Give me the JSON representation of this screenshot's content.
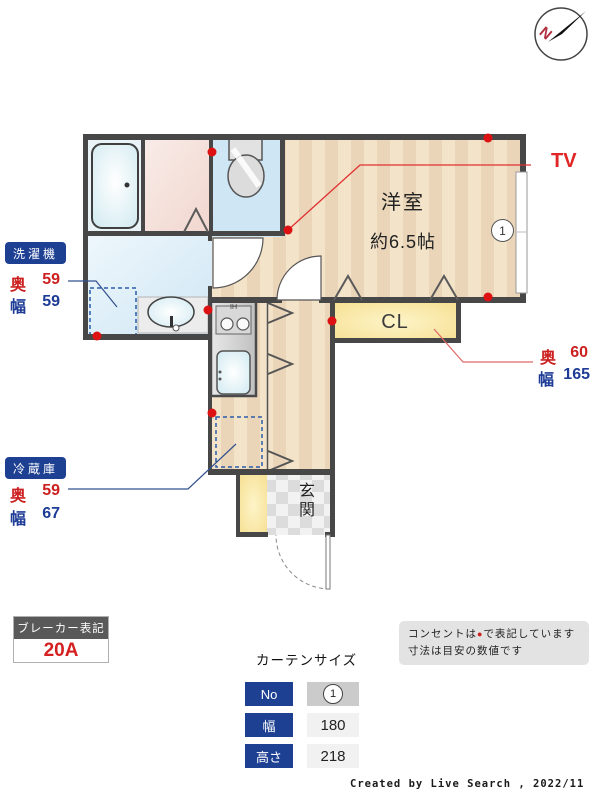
{
  "compass": {
    "north": "N"
  },
  "plan": {
    "room_label": "洋室",
    "room_size": "約6.5帖",
    "tv": "TV",
    "closet": "CL",
    "entrance": "玄関",
    "stove": "IH",
    "window_no": "1"
  },
  "washer": {
    "title": "洗濯機",
    "depth_label": "奥",
    "depth_value": "59",
    "width_label": "幅",
    "width_value": "59"
  },
  "fridge": {
    "title": "冷蔵庫",
    "depth_label": "奥",
    "depth_value": "59",
    "width_label": "幅",
    "width_value": "67"
  },
  "closet_dims": {
    "depth_label": "奥",
    "depth_value": "60",
    "width_label": "幅",
    "width_value": "165"
  },
  "breaker": {
    "title": "ブレーカー表記",
    "value": "20A"
  },
  "curtain": {
    "title": "カーテンサイズ",
    "no_label": "No",
    "no_value": "1",
    "width_label": "幅",
    "width_value": "180",
    "height_label": "高さ",
    "height_value": "218"
  },
  "note": {
    "line1_before": "コンセントは",
    "dot": "●",
    "line1_after": "で表記しています",
    "line2": "寸法は目安の数値です"
  },
  "credit": "Created by Live Search , 2022/11",
  "colors": {
    "accent_blue": "#1e4093",
    "accent_red": "#cc2020",
    "outlet_red": "#dd1111",
    "wall": "#474747",
    "closet_yellow": "#f5dd8b"
  }
}
